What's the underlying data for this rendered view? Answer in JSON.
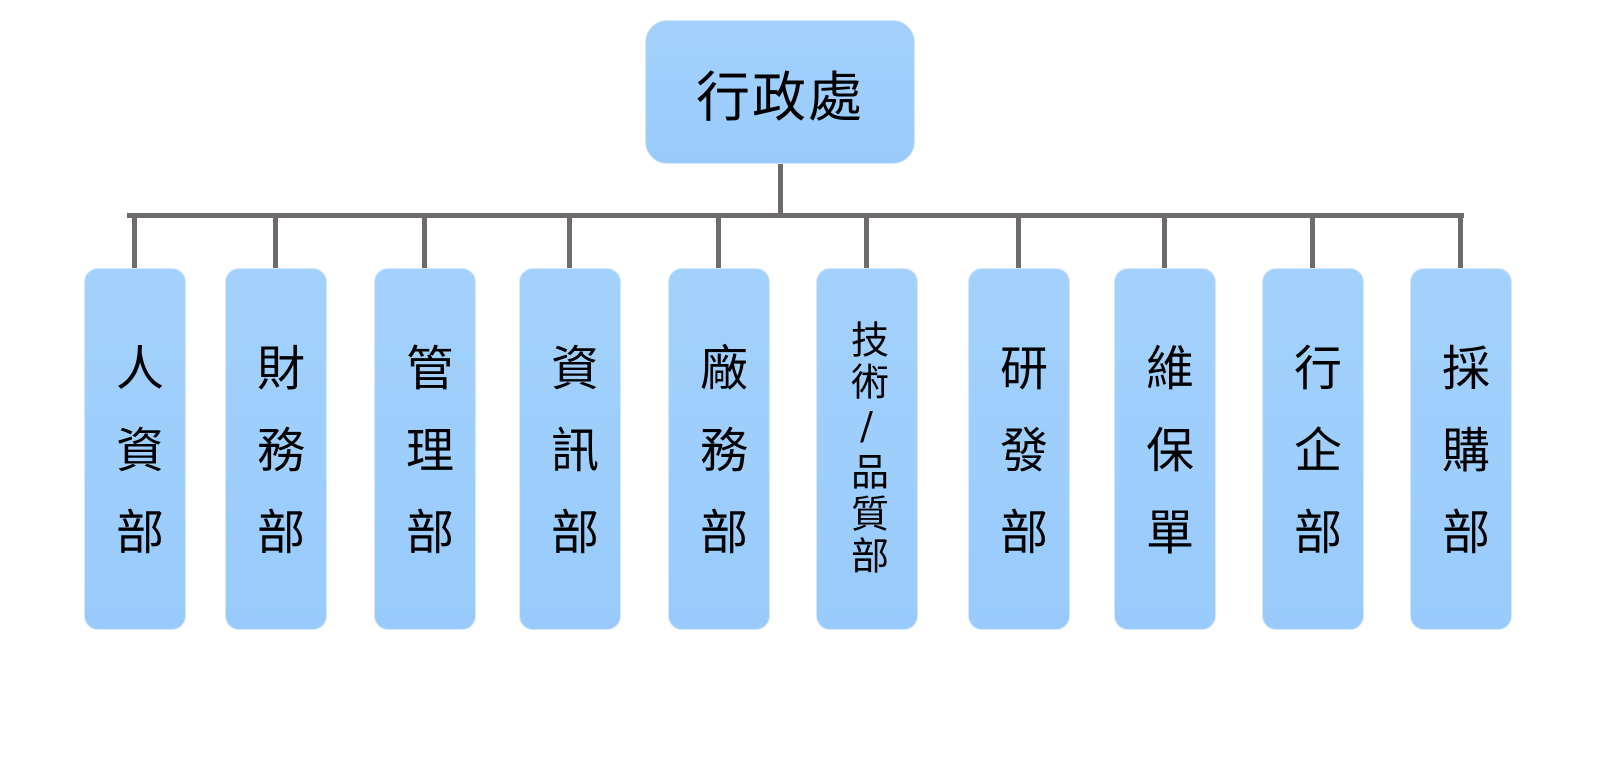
{
  "root": {
    "label": "行政處"
  },
  "departments": [
    {
      "label": "人資部"
    },
    {
      "label": "財務部"
    },
    {
      "label": "管理部"
    },
    {
      "label": "資訊部"
    },
    {
      "label": "廠務部"
    },
    {
      "label": "技術/品質部"
    },
    {
      "label": "研發部"
    },
    {
      "label": "維保單"
    },
    {
      "label": "行企部"
    },
    {
      "label": "採購部"
    }
  ],
  "colors": {
    "box": "#9ccdfc",
    "connector": "#6f6b6b"
  }
}
